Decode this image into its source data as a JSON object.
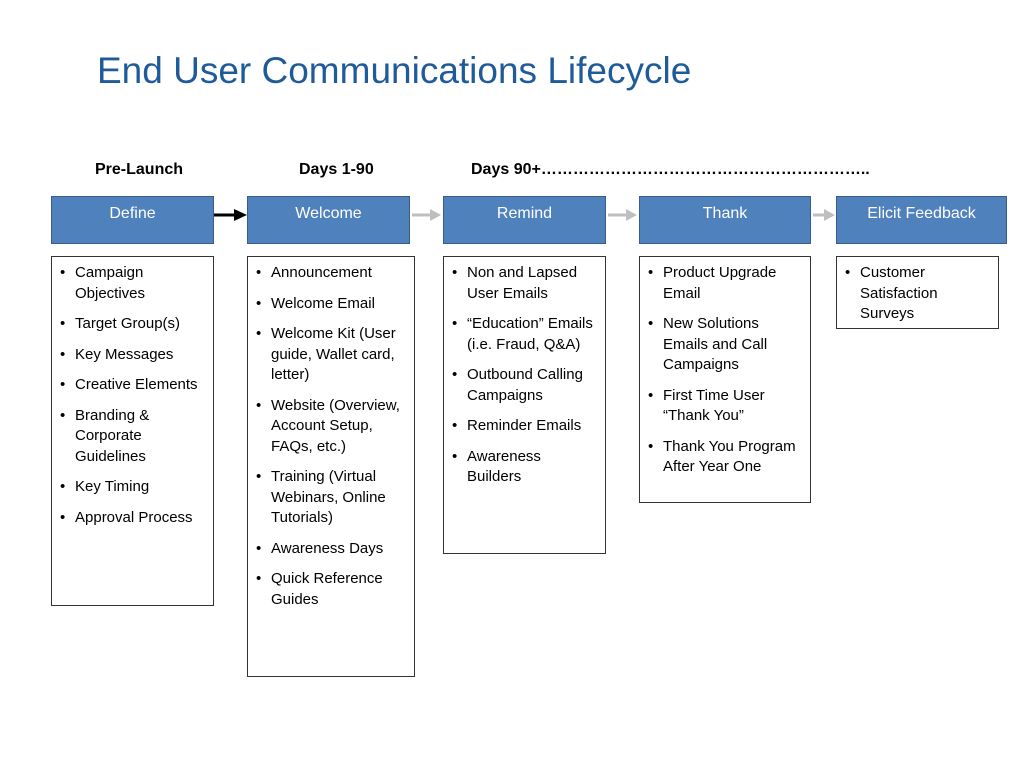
{
  "title": "End User Communications Lifecycle",
  "phases": [
    "Pre-Launch",
    "Days 1-90",
    "Days 90+…………………………………………………….."
  ],
  "stages": [
    {
      "label": "Define",
      "items": [
        "Campaign Objectives",
        "Target Group(s)",
        "Key Messages",
        "Creative Elements",
        "Branding & Corporate Guidelines",
        "Key Timing",
        "Approval Process"
      ]
    },
    {
      "label": "Welcome",
      "items": [
        "Announcement",
        "Welcome Email",
        "Welcome Kit (User guide, Wallet card, letter)",
        "Website (Overview, Account Setup, FAQs, etc.)",
        "Training (Virtual Webinars, Online Tutorials)",
        "Awareness  Days",
        "Quick Reference Guides"
      ]
    },
    {
      "label": "Remind",
      "items": [
        "Non and Lapsed User Emails",
        "“Education” Emails (i.e. Fraud, Q&A)",
        "Outbound Calling Campaigns",
        "Reminder Emails",
        "Awareness Builders"
      ]
    },
    {
      "label": "Thank",
      "items": [
        "Product Upgrade Email",
        "New Solutions Emails and Call Campaigns",
        " First Time User “Thank You”",
        " Thank You Program After Year One"
      ]
    },
    {
      "label": "Elicit Feedback",
      "items": [
        "Customer Satisfaction Surveys"
      ]
    }
  ],
  "colors": {
    "title": "#1f5b99",
    "stage_fill": "#4f81bd",
    "arrow_primary": "#000000",
    "arrow_secondary": "#bfbfbf"
  }
}
